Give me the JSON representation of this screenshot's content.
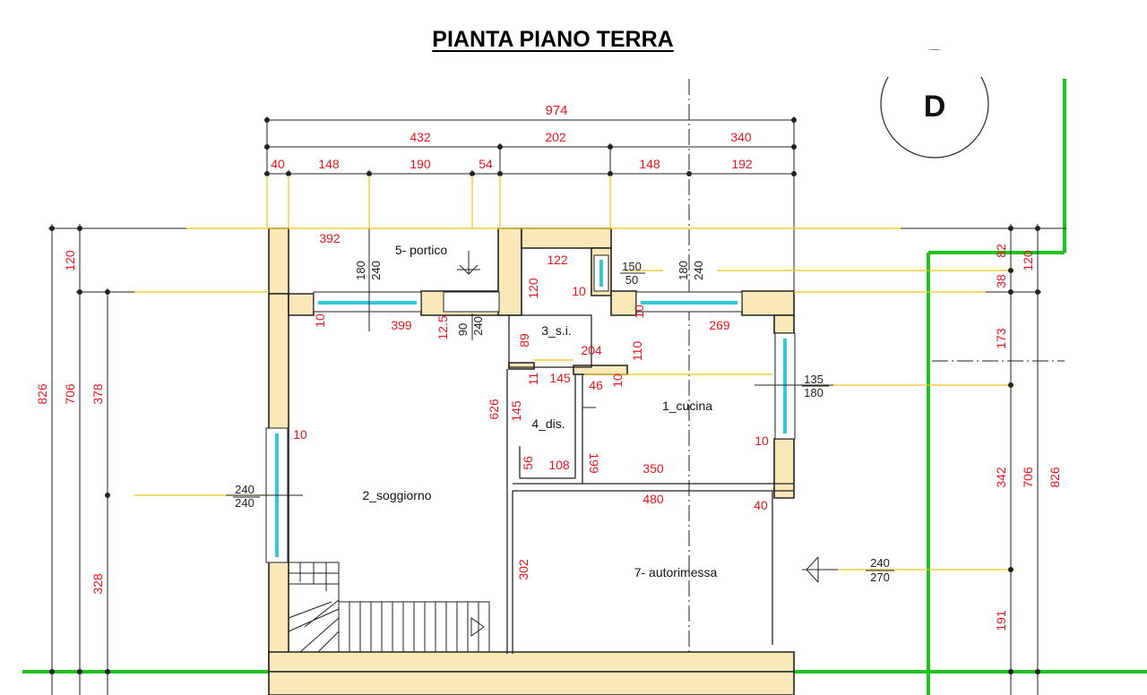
{
  "title": "PIANTA PIANO TERRA",
  "compass_label": "D",
  "colors": {
    "wall_fill": "#fbe8b8",
    "dimension_text": "#e8161b",
    "boundary": "#1fc21f",
    "glass": "#35c9d6",
    "extension_line": "#f0c419"
  },
  "rooms": {
    "portico": "5- portico",
    "si": "3_s.i.",
    "cucina": "1_cucina",
    "dis": "4_dis.",
    "soggiorno": "2_soggiorno",
    "autorimessa": "7- autorimessa"
  },
  "dims_top": {
    "total": "974",
    "a": "432",
    "b": "202",
    "c": "340",
    "d1": "40",
    "d2": "148",
    "d3": "190",
    "d4": "54",
    "d5": "148",
    "d6": "192"
  },
  "dims_left": {
    "h826": "826",
    "h706": "706",
    "h378": "378",
    "h120": "120",
    "h328": "328"
  },
  "dims_right": {
    "r82": "82",
    "r120": "120",
    "r38": "38",
    "r173": "173",
    "r342": "342",
    "r706": "706",
    "r826": "826",
    "r191": "191"
  },
  "dims_inner": {
    "d392": "392",
    "d122": "122",
    "d120": "120",
    "d10a": "10",
    "d399": "399",
    "d12_5": "12.5",
    "d89": "89",
    "d204": "204",
    "d110": "110",
    "d10b": "10",
    "d269": "269",
    "d11": "11",
    "d145a": "145",
    "d46": "46",
    "d10c": "10",
    "d626": "626",
    "d145b": "145",
    "d10d": "10",
    "d10e": "10",
    "d56": "56",
    "d108": "108",
    "d199": "199",
    "d350": "350",
    "d480": "480",
    "d40": "40",
    "d302": "302",
    "d10f": "10"
  },
  "openings": {
    "o180": "180",
    "o240": "240",
    "o150": "150",
    "o50": "50",
    "o180b": "180",
    "o240b": "240",
    "o90": "90",
    "o240c": "240",
    "o135": "135",
    "o180c": "180",
    "o240d": "240",
    "o240e": "240",
    "o240f": "240",
    "o270": "270"
  }
}
